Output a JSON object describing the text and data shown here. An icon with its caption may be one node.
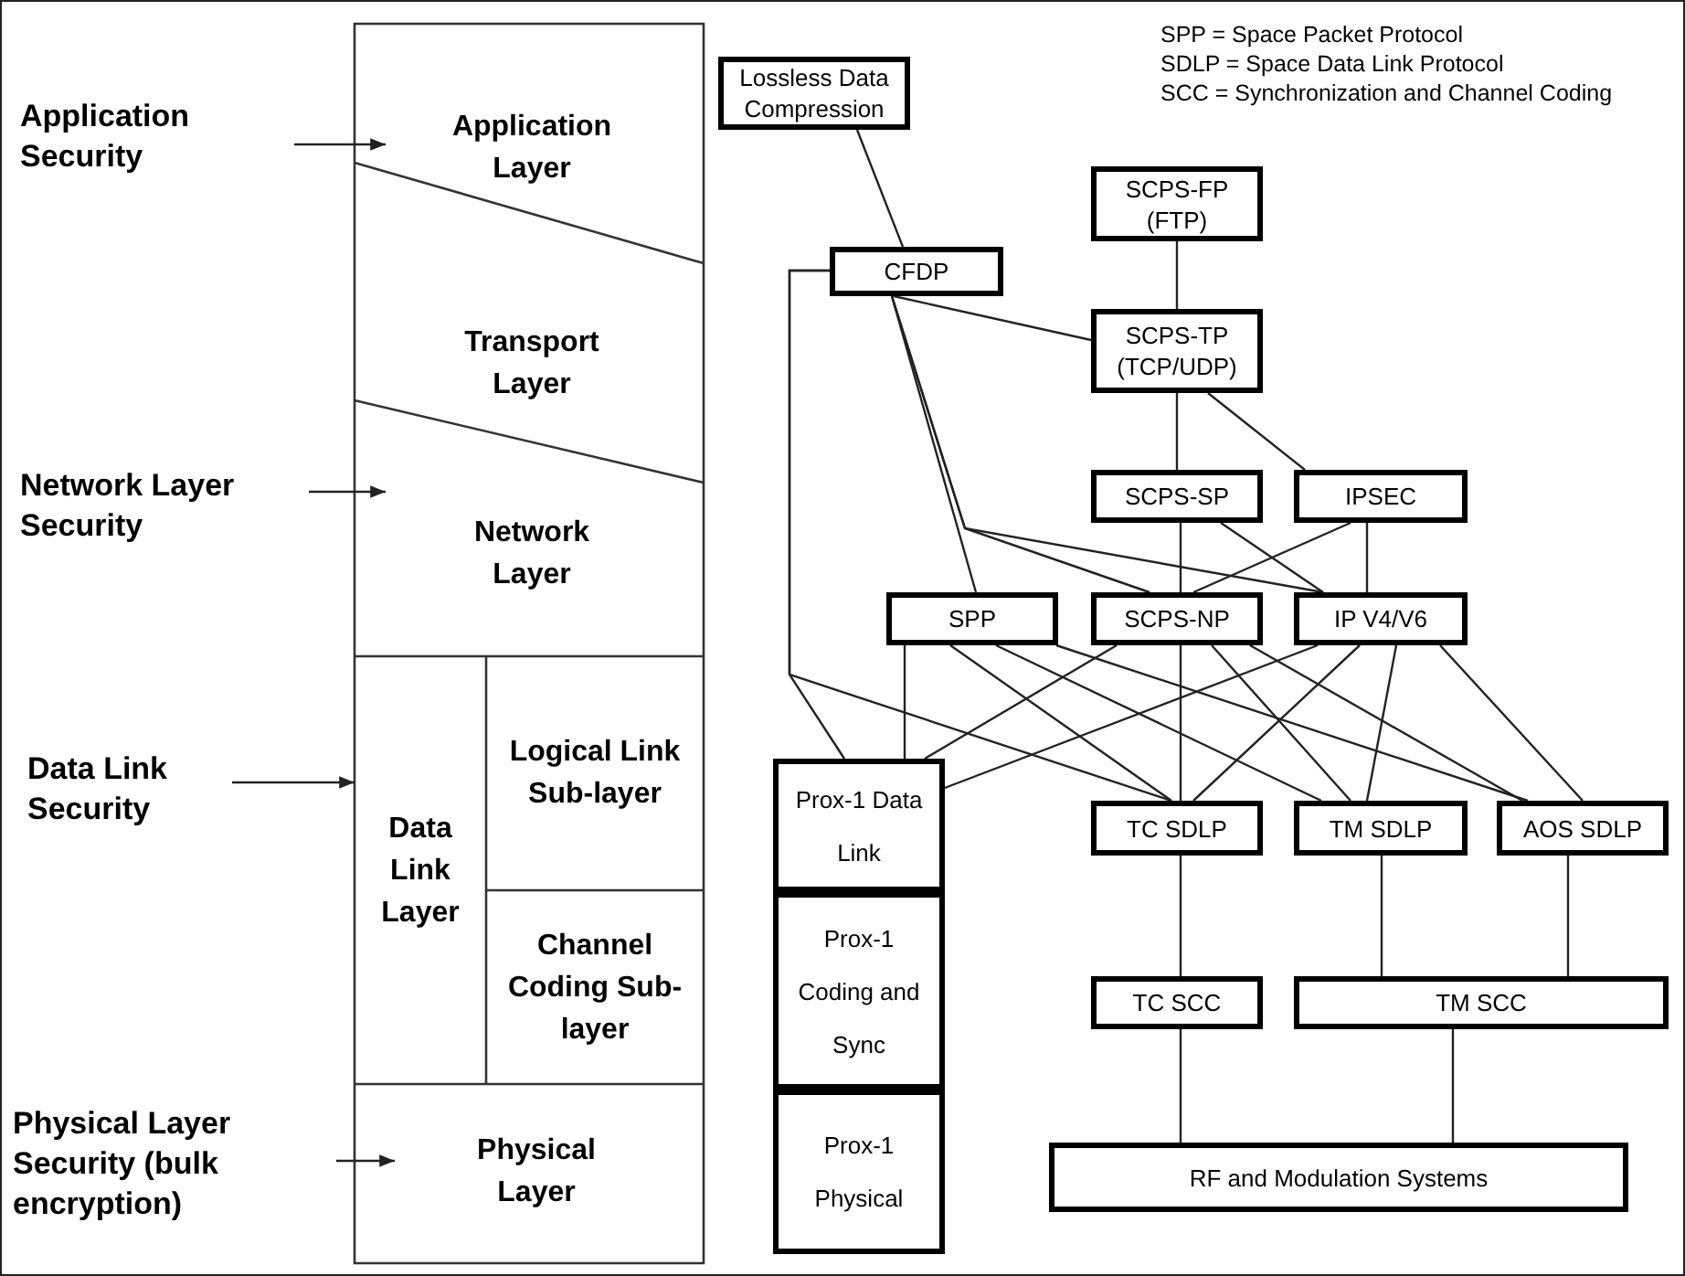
{
  "diagram": {
    "nodes": [
      {
        "text": [
          "Application Security"
        ]
      },
      {
        "text": [
          "Network Layer Security"
        ]
      },
      {
        "text": [
          "Data Link Security"
        ]
      },
      {
        "text": [
          "Physical Layer Security (bulk encryption)"
        ]
      },
      {
        "text": [
          "Application Layer"
        ]
      },
      {
        "text": [
          "Transport Layer"
        ]
      },
      {
        "text": [
          "Network Layer"
        ]
      },
      {
        "text": [
          "Data Link Layer"
        ]
      },
      {
        "text": [
          "Logical Link Sub-layer"
        ],
        "in": 7
      },
      {
        "text": [
          "Channel Coding Sub-layer"
        ],
        "in": 7
      },
      {
        "text": [
          "Physical Layer"
        ]
      },
      {
        "text": [
          "Lossless Data Compression"
        ]
      },
      {
        "text": [
          "CFDP"
        ]
      },
      {
        "text": [
          "SCPS-FP (FTP)"
        ]
      },
      {
        "text": [
          "SCPS-TP (TCP/UDP)"
        ]
      },
      {
        "text": [
          "SCPS-SP"
        ]
      },
      {
        "text": [
          "IPSEC"
        ]
      },
      {
        "text": [
          "SPP"
        ]
      },
      {
        "text": [
          "SCPS-NP"
        ]
      },
      {
        "text": [
          "IP V4/V6"
        ]
      },
      {
        "text": [
          "Prox-1 Data Link"
        ]
      },
      {
        "text": [
          "TC SDLP"
        ]
      },
      {
        "text": [
          "TM SDLP"
        ]
      },
      {
        "text": [
          "AOS SDLP"
        ]
      },
      {
        "text": [
          "Prox-1 Coding and Sync"
        ]
      },
      {
        "text": [
          "Prox-1 Physical"
        ]
      },
      {
        "text": [
          "TC SCC"
        ]
      },
      {
        "text": [
          "TM SCC"
        ]
      },
      {
        "text": [
          "RF and Modulation Systems"
        ]
      }
    ],
    "edges": [
      {
        "from": 0,
        "to": 4,
        "arrow": "to"
      },
      {
        "from": 1,
        "to": 6,
        "arrow": "to"
      },
      {
        "from": 2,
        "to": 7,
        "arrow": "to"
      },
      {
        "from": 3,
        "to": 10,
        "arrow": "to"
      },
      {
        "from": 11,
        "to": 12,
        "arrow": "none"
      },
      {
        "from": 13,
        "to": 14,
        "arrow": "none"
      },
      {
        "from": 12,
        "to": 14,
        "arrow": "none"
      },
      {
        "from": 14,
        "to": 15,
        "arrow": "none"
      },
      {
        "from": 14,
        "to": 16,
        "arrow": "none"
      },
      {
        "from": 12,
        "to": 17,
        "arrow": "none"
      },
      {
        "from": 12,
        "to": 18,
        "arrow": "none"
      },
      {
        "from": 12,
        "to": 19,
        "arrow": "none"
      },
      {
        "from": 12,
        "to": 20,
        "arrow": "none"
      },
      {
        "from": 12,
        "to": 21,
        "arrow": "none"
      },
      {
        "from": 15,
        "to": 18,
        "arrow": "none"
      },
      {
        "from": 15,
        "to": 19,
        "arrow": "none"
      },
      {
        "from": 16,
        "to": 18,
        "arrow": "none"
      },
      {
        "from": 16,
        "to": 19,
        "arrow": "none"
      },
      {
        "from": 17,
        "to": 20,
        "arrow": "none"
      },
      {
        "from": 17,
        "to": 21,
        "arrow": "none"
      },
      {
        "from": 17,
        "to": 22,
        "arrow": "none"
      },
      {
        "from": 17,
        "to": 23,
        "arrow": "none"
      },
      {
        "from": 18,
        "to": 20,
        "arrow": "none"
      },
      {
        "from": 18,
        "to": 21,
        "arrow": "none"
      },
      {
        "from": 18,
        "to": 22,
        "arrow": "none"
      },
      {
        "from": 18,
        "to": 23,
        "arrow": "none"
      },
      {
        "from": 19,
        "to": 20,
        "arrow": "none"
      },
      {
        "from": 19,
        "to": 21,
        "arrow": "none"
      },
      {
        "from": 19,
        "to": 22,
        "arrow": "none"
      },
      {
        "from": 19,
        "to": 23,
        "arrow": "none"
      },
      {
        "from": 21,
        "to": 26,
        "arrow": "none"
      },
      {
        "from": 22,
        "to": 27,
        "arrow": "none"
      },
      {
        "from": 23,
        "to": 27,
        "arrow": "none"
      },
      {
        "from": 26,
        "to": 28,
        "arrow": "none"
      },
      {
        "from": 27,
        "to": 28,
        "arrow": "none"
      }
    ],
    "labels": [
      "SPP = Space Packet Protocol",
      "SDLP = Space Data Link Protocol",
      "SCC = Synchronization and Channel Coding"
    ]
  }
}
